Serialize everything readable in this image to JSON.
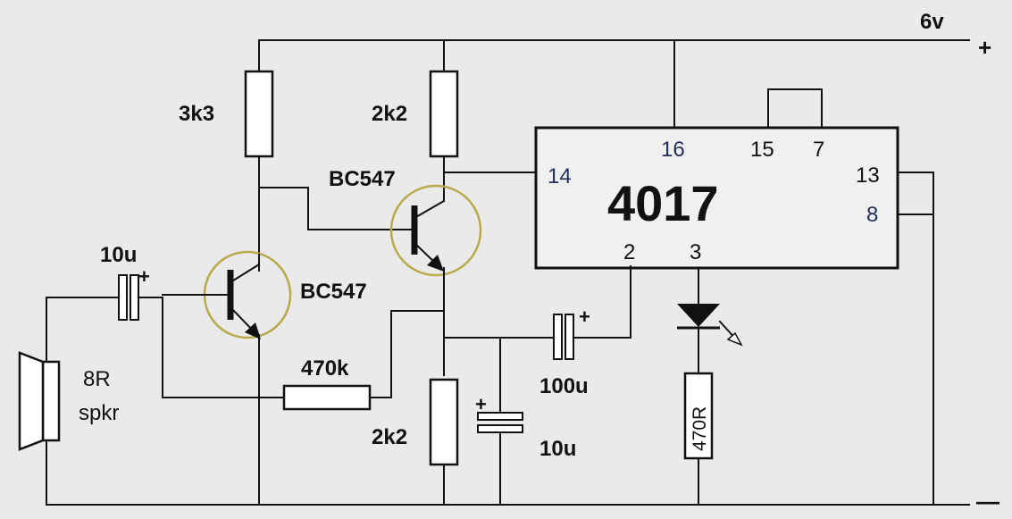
{
  "supply": {
    "voltage": "6v",
    "plus": "+",
    "minus": "—"
  },
  "ic": {
    "name": "4017",
    "pins": {
      "p16": "16",
      "p15": "15",
      "p7": "7",
      "p14": "14",
      "p13": "13",
      "p8": "8",
      "p2": "2",
      "p3": "3"
    }
  },
  "components": {
    "r_3k3": "3k3",
    "r_2k2_top": "2k2",
    "r_2k2_bottom": "2k2",
    "r_470k": "470k",
    "r_470r": "470R",
    "q1_label": "BC547",
    "q2_label": "BC547",
    "c_10u_input": "10u",
    "c_100u": "100u",
    "c_10u_bottom": "10u",
    "cap_plus": "+",
    "speaker_line1": "8R",
    "speaker_line2": "spkr"
  },
  "colors": {
    "background": "#eaeaea",
    "transistor_ring": "#b8a94a",
    "ink": "#111111",
    "pin_blue": "#1e2f5a"
  }
}
